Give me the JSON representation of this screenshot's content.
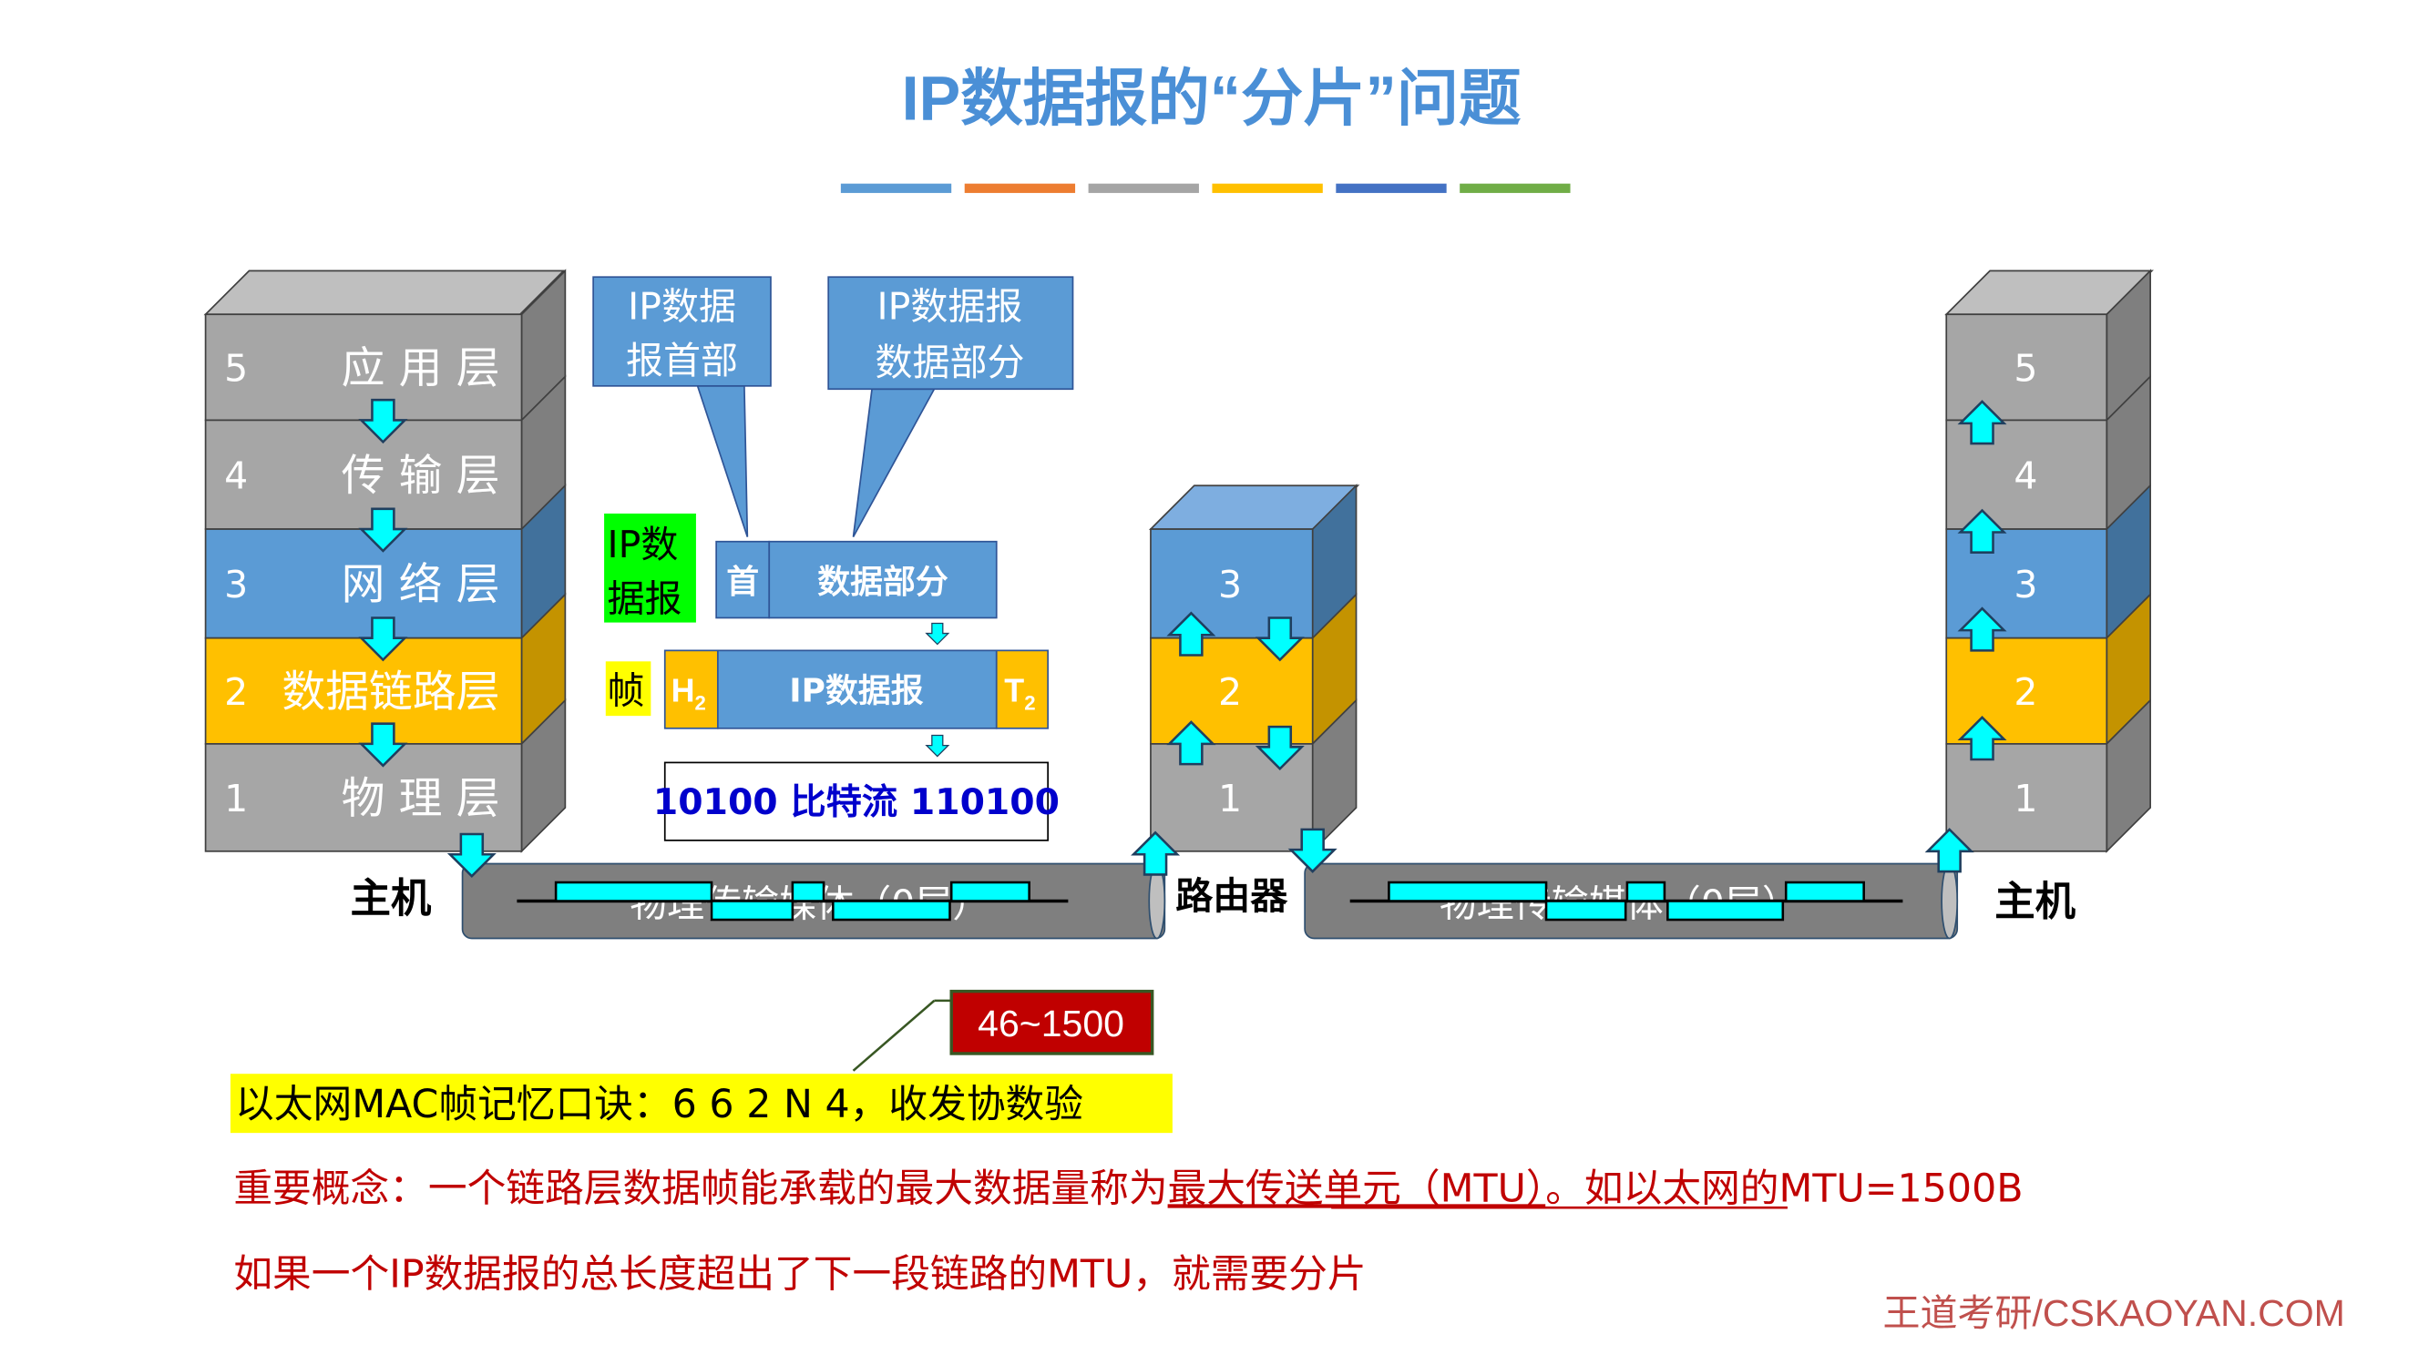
{
  "title": "IP数据报的“分片”问题",
  "title_bar_colors": [
    "#5b9bd5",
    "#ed7d31",
    "#a5a5a5",
    "#ffc000",
    "#4472c4",
    "#70ad47"
  ],
  "colors": {
    "gray": "#a6a6a6",
    "blue": "#5b9bd5",
    "yellow": "#ffc000",
    "cyan": "#00ffff",
    "red_text": "#c00000",
    "green_label": "#00ff00",
    "yellow_label": "#ffff00"
  },
  "left_host": {
    "label": "主机",
    "layers": [
      {
        "num": "5",
        "name": "应 用 层"
      },
      {
        "num": "4",
        "name": "传 输 层"
      },
      {
        "num": "3",
        "name": "网 络 层"
      },
      {
        "num": "2",
        "name": "数据链路层"
      },
      {
        "num": "1",
        "name": "物 理 层"
      }
    ]
  },
  "router": {
    "label": "路由器",
    "layers": [
      "3",
      "2",
      "1"
    ]
  },
  "right_host": {
    "label": "主机",
    "layers": [
      "5",
      "4",
      "3",
      "2",
      "1"
    ]
  },
  "callouts": {
    "header_line1": "IP数据",
    "header_line2": "报首部",
    "data_line1": "IP数据报",
    "data_line2": "数据部分"
  },
  "packet": {
    "ip_label_line1": "IP数",
    "ip_label_line2": "据报",
    "header": "首",
    "data": "数据部分",
    "frame_label": "帧",
    "h2": "H",
    "h2_sub": "2",
    "ip_datagram": "IP数据报",
    "t2": "T",
    "t2_sub": "2",
    "bitstream": "10100 比特流 110100"
  },
  "media": {
    "left": "物理传输媒体（0层）",
    "right": "物理传输媒体（0层）"
  },
  "mtu_range": "46~1500",
  "mnemonic": "以太网MAC帧记忆口诀：6 6 2 N 4，收发协数验",
  "concept": {
    "prefix": "重要概念：一个链路层数据帧能承载的最大数据量称为",
    "term": "最大传送单元（MTU）",
    "suffix": "。如以太网的MTU=1500B"
  },
  "fragment_note": "如果一个IP数据报的总长度超出了下一段链路的MTU，就需要分片",
  "footer": "王道考研/CSKAOYAN.COM"
}
